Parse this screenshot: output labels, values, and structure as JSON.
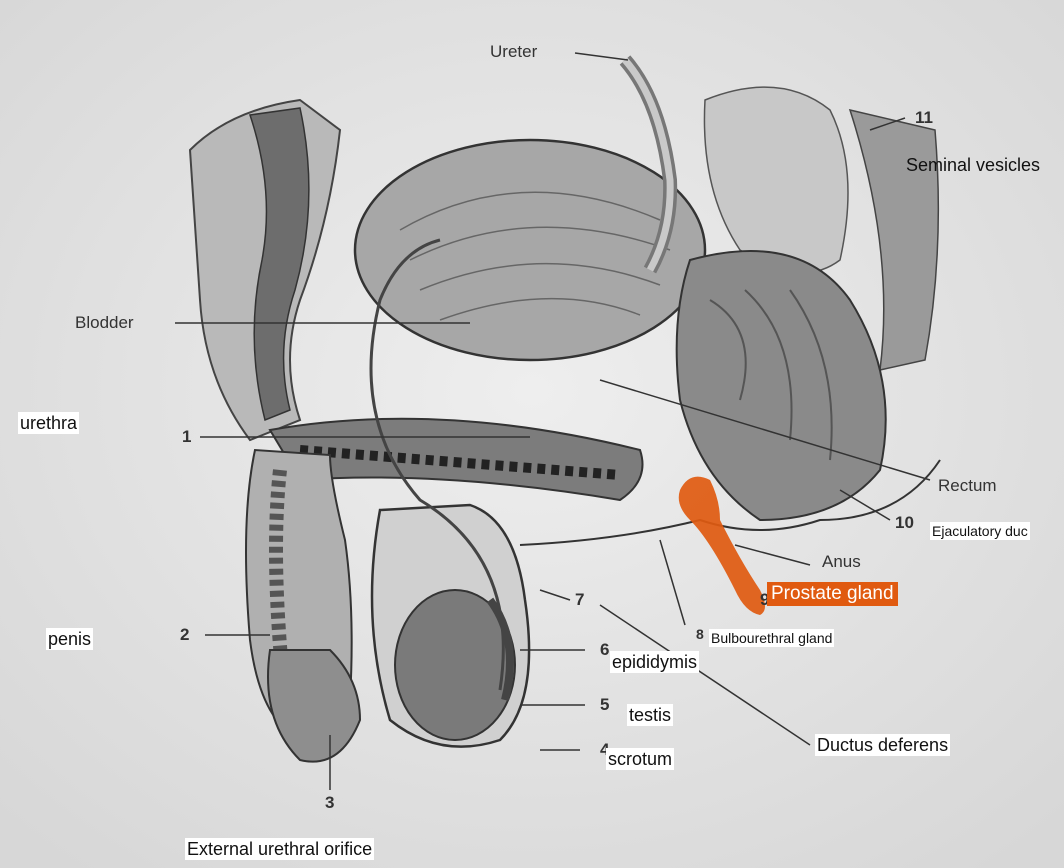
{
  "printed_labels": {
    "ureter": "Ureter",
    "bladder": "Blodder",
    "rectum": "Rectum",
    "anus": "Anus",
    "n1": "1",
    "n2": "2",
    "n3": "3",
    "n4": "4",
    "n5": "5",
    "n6": "6",
    "n7": "7",
    "n8": "8",
    "n9": "9",
    "n10": "10",
    "n11": "11"
  },
  "annotations": {
    "seminal_vesicles": "Seminal vesicles",
    "urethra": "urethra",
    "penis": "penis",
    "ejaculatory_duct": "Ejaculatory duc",
    "prostate_gland": "Prostate gland",
    "bulbourethral_gland": "Bulbourethral gland",
    "epididymis": "epididymis",
    "testis": "testis",
    "scrotum": "scrotum",
    "ductus_deferens": "Ductus deferens",
    "external_urethral_orifice": "External urethral orifice"
  },
  "colors": {
    "background": "#e9e9e9",
    "highlight": "#e05a10",
    "label_box": "#ffffff"
  }
}
